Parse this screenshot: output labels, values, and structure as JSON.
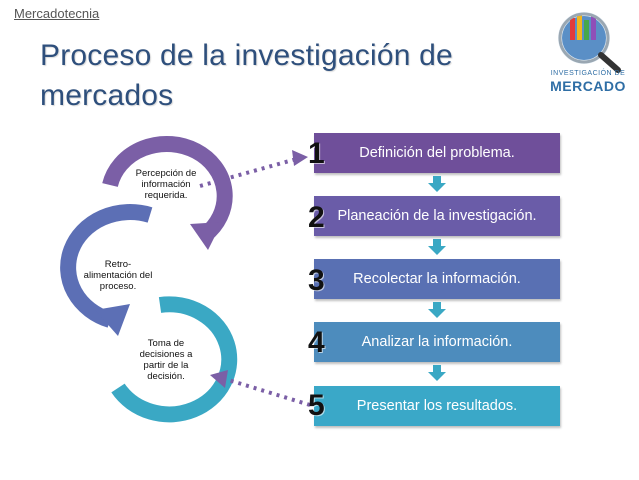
{
  "header": {
    "section_link": "Mercadotecnia"
  },
  "title": "Proceso de la investigación de mercados",
  "logo": {
    "line1": "INVESTIGACIÓN DE",
    "line2": "MERCADO",
    "icon": "magnifier-globe-icon"
  },
  "cycle": {
    "items": [
      {
        "label": "Percepción de información requerida.",
        "color": "#7b5fa6"
      },
      {
        "label": "Retro-alimentación del proceso.",
        "color": "#5c6fb5"
      },
      {
        "label": "Toma de decisiones a partir de la decisión.",
        "color": "#3aa8c4"
      }
    ]
  },
  "steps": [
    {
      "number": "1",
      "label": "Definición del problema.",
      "color": "#6f4f9a"
    },
    {
      "number": "2",
      "label": "Planeación de la investigación.",
      "color": "#6a5ca8"
    },
    {
      "number": "3",
      "label": "Recolectar la información.",
      "color": "#5970b3"
    },
    {
      "number": "4",
      "label": "Analizar la información.",
      "color": "#4d8cbd"
    },
    {
      "number": "5",
      "label": "Presentar los resultados.",
      "color": "#3aa8c8"
    }
  ],
  "colors": {
    "title": "#2e4f7c",
    "connector": "#7b5fa6",
    "step_arrow": "#3aa8c4"
  }
}
